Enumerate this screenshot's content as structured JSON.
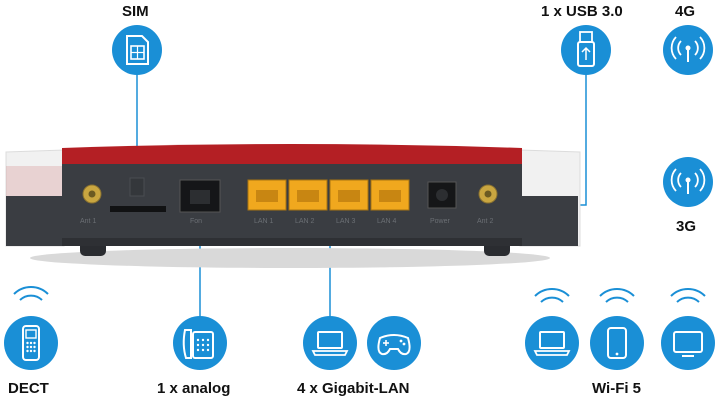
{
  "colors": {
    "accent": "#1a8fd6",
    "router_red": "#b41f24",
    "router_body": "#3a3d42",
    "router_white": "#f1f1f1",
    "lan_port": "#f0a81e",
    "antenna_connector": "#c9a640"
  },
  "labels": {
    "sim": "SIM",
    "usb": "1 x USB 3.0",
    "g4": "4G",
    "g3": "3G",
    "dect": "DECT",
    "analog": "1 x analog",
    "lan": "4 x Gigabit-LAN",
    "wifi": "Wi-Fi 5"
  },
  "port_labels": {
    "ant1": "Ant 1",
    "fon": "Fon",
    "lan1": "LAN 1",
    "lan2": "LAN 2",
    "lan3": "LAN 3",
    "lan4": "LAN 4",
    "power": "Power",
    "ant2": "Ant 2"
  },
  "icons": {
    "sim": "sim-card-icon",
    "usb": "usb-stick-icon",
    "g4": "antenna-signal-icon",
    "g3": "antenna-signal-icon",
    "dect": "cordless-phone-icon",
    "analog": "analog-phone-icon",
    "lan_laptop": "laptop-icon",
    "lan_gamepad": "gamepad-icon",
    "wifi_laptop": "laptop-icon",
    "wifi_tablet": "tablet-icon",
    "wifi_tv": "tv-icon"
  }
}
